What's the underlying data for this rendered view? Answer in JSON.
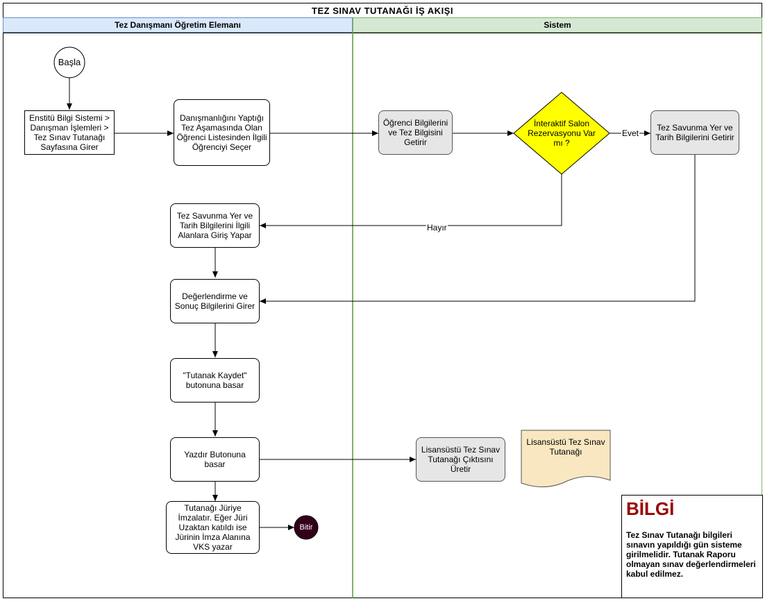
{
  "title": "TEZ SINAV TUTANAĞI İŞ AKIŞI",
  "lanes": {
    "left": "Tez Danışmanı Öğretim Elemanı",
    "right": "Sistem"
  },
  "nodes": {
    "start": "Başla",
    "login": "Enstitü Bilgi Sistemi > Danışman İşlemleri > Tez Sınav Tutanağı Sayfasına Girer",
    "select": "Danışmanlığını Yaptığı Tez Aşamasında Olan Öğrenci Listesinden İlgili Öğrenciyi Seçer",
    "fetch_student": "Öğrenci Bilgilerini ve Tez Bilgisini Getirir",
    "decision": "İnteraktif Salon Rezervasyonu Var mı ?",
    "fetch_place": "Tez Savunma Yer ve Tarih Bilgilerini Getirir",
    "enter_place": "Tez Savunma Yer ve Tarih Bilgilerini İlgili Alanlara Giriş Yapar",
    "enter_result": "Değerlendirme ve Sonuç Bilgilerini Girer",
    "save": "\"Tutanak Kaydet\" butonuna basar",
    "print": "Yazdır Butonuna basar",
    "produce": "Lisansüstü Tez Sınav Tutanağı Çıktısını Üretir",
    "document": "Lisansüstü Tez Sınav Tutanağı",
    "sign": "Tutanağı Jüriye İmzalatır. Eğer Jüri Uzaktan katıldı ise Jürinin İmza Alanına VKS yazar",
    "end": "Bitir"
  },
  "edge_labels": {
    "yes": "Evet",
    "no": "Hayır"
  },
  "info": {
    "title": "BİLGİ",
    "text": "Tez Sınav Tutanağı bilgileri sınavın yapıldığı gün sisteme girilmelidir. Tutanak Raporu olmayan sınav değerlendirmeleri kabul edilmez."
  },
  "colors": {
    "lane_left": "#dae8fc",
    "lane_right": "#d5e8d4",
    "decision": "#ffff00",
    "document": "#f8e7c0",
    "end": "#33001a",
    "info_title": "#990000"
  }
}
